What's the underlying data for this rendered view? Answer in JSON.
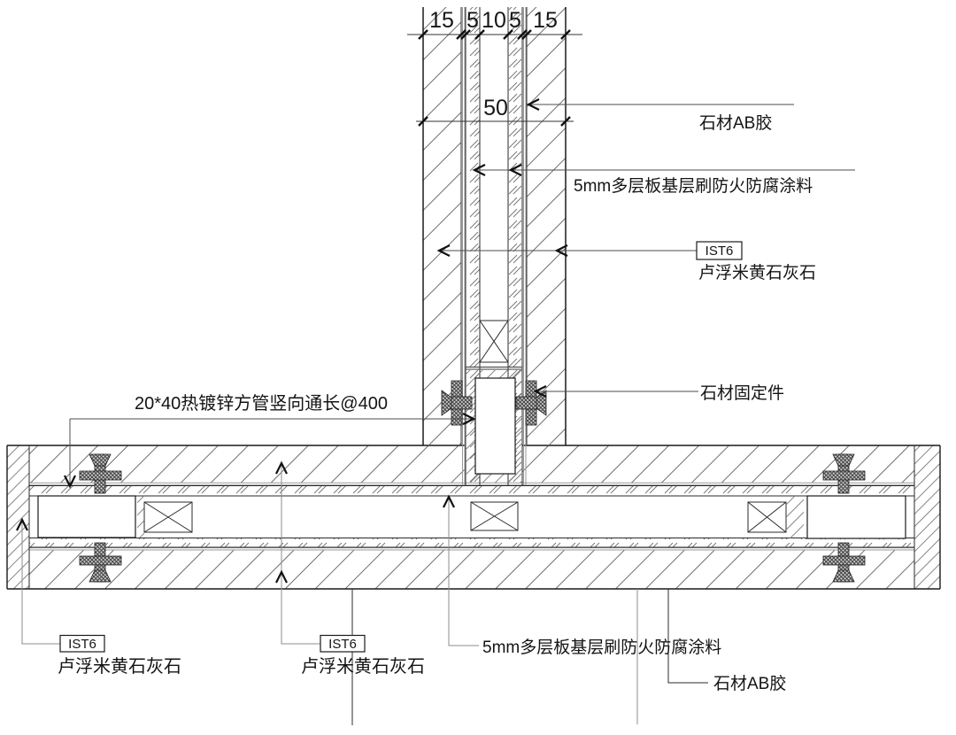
{
  "drawing": {
    "dimensions": {
      "chain": [
        "15",
        "5",
        "10",
        "5",
        "15"
      ],
      "overall": "50"
    },
    "labels": {
      "ab_glue": "石材AB胶",
      "plywood": "5mm多层板基层刷防火防腐涂料",
      "stone_code": "IST6",
      "stone_name": "卢浮米黄石灰石",
      "fixing": "石材固定件",
      "tube": "20*40热镀锌方管竖向通长@400"
    },
    "colors": {
      "line": "#1a1a1a",
      "hatch": "#6e6e6e",
      "leader_dark": "#4d4d4d",
      "leader_gray": "#8c8c8c",
      "glue_line": "#9a9a9a",
      "arrow": "#111111",
      "background": "#ffffff"
    }
  }
}
